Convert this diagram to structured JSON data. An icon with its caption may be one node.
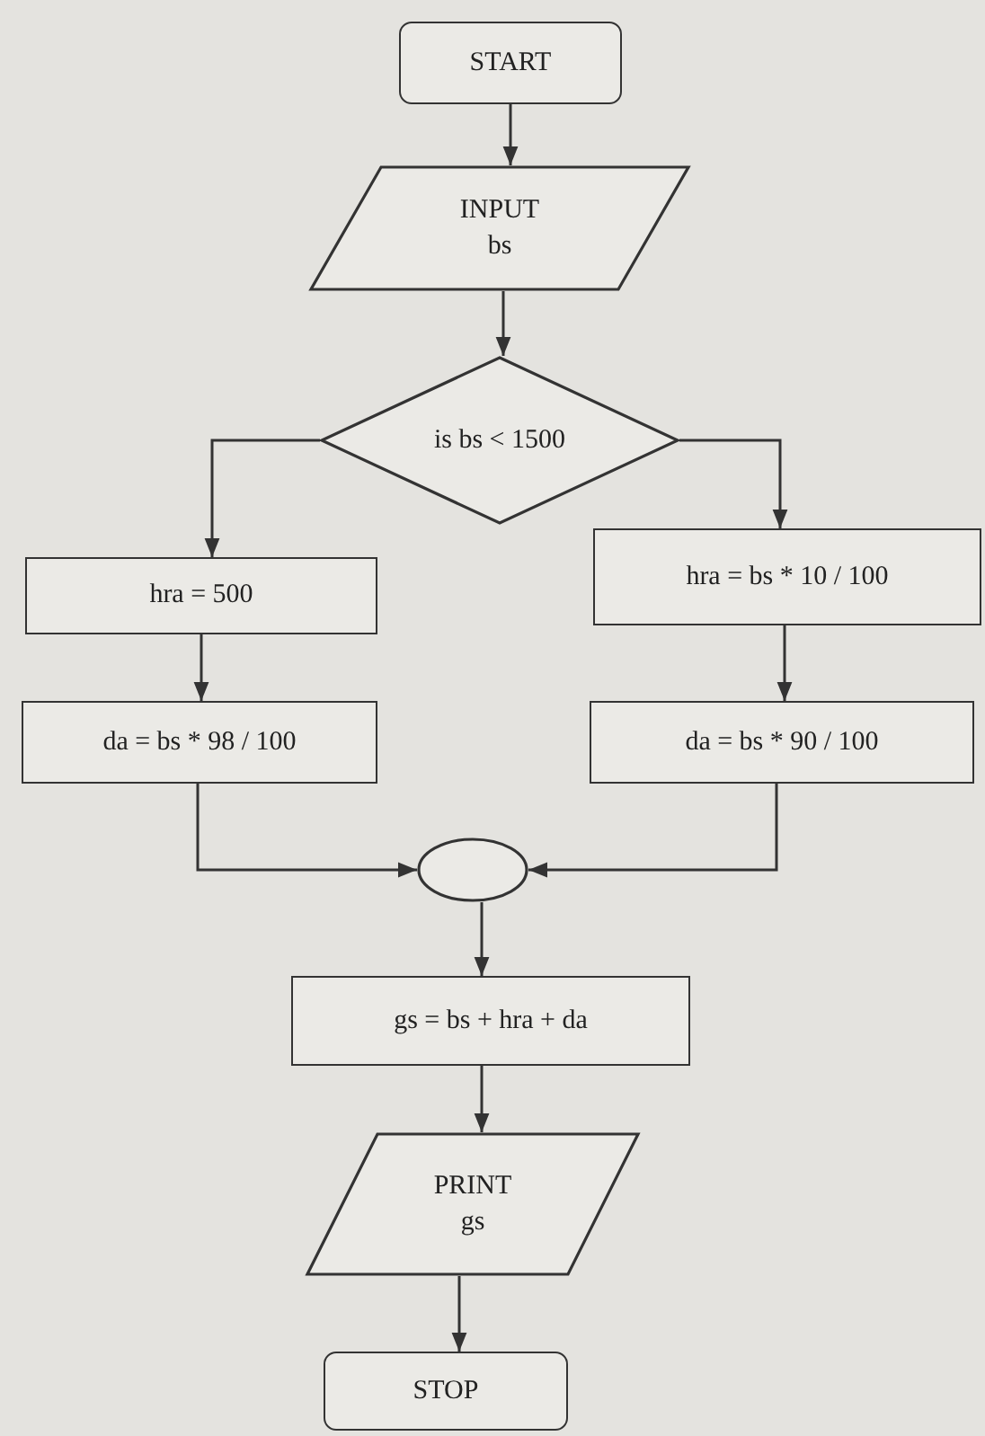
{
  "diagram": {
    "nodes": [
      {
        "text": [
          "START"
        ]
      },
      {
        "text": [
          "INPUT bs"
        ]
      },
      {
        "text": [
          "is bs < 1500"
        ]
      },
      {
        "text": [
          "hra = 500"
        ]
      },
      {
        "text": [
          "hra = bs * 10 / 100"
        ]
      },
      {
        "text": [
          "da = bs * 98 / 100"
        ]
      },
      {
        "text": [
          "da = bs * 90 / 100"
        ]
      },
      {
        "text": [],
        "shape": "circle"
      },
      {
        "text": [
          "gs = bs + hra + da"
        ]
      },
      {
        "text": [
          "PRINT gs"
        ]
      },
      {
        "text": [
          "STOP"
        ]
      }
    ],
    "edges": [
      {
        "from": 0,
        "to": 1,
        "arrow": "to"
      },
      {
        "from": 1,
        "to": 2,
        "arrow": "to"
      },
      {
        "from": 2,
        "to": 3,
        "arrow": "to"
      },
      {
        "from": 2,
        "to": 4,
        "arrow": "to"
      },
      {
        "from": 3,
        "to": 5,
        "arrow": "to"
      },
      {
        "from": 4,
        "to": 6,
        "arrow": "to"
      },
      {
        "from": 5,
        "to": 7,
        "arrow": "to"
      },
      {
        "from": 6,
        "to": 7,
        "arrow": "to"
      },
      {
        "from": 7,
        "to": 8,
        "arrow": "to"
      },
      {
        "from": 8,
        "to": 9,
        "arrow": "to"
      },
      {
        "from": 9,
        "to": 10,
        "arrow": "to"
      }
    ]
  }
}
